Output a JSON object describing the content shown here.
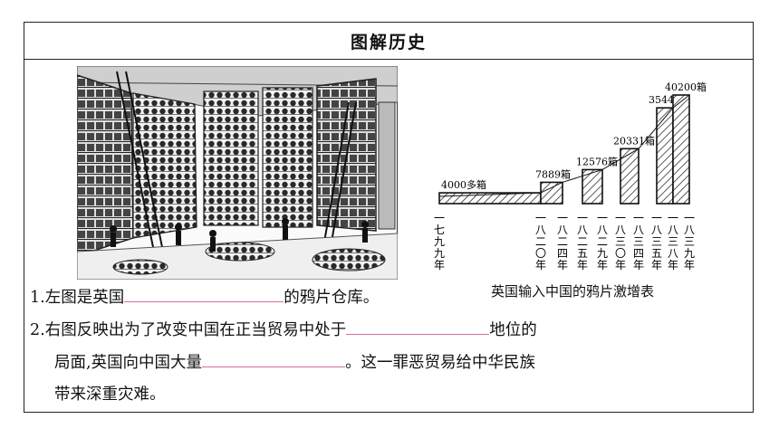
{
  "title": "图解历史",
  "chart_caption": "英国输入中国的鸦片激增表",
  "chart_data": {
    "type": "bar",
    "categories": [
      "一七九九年",
      "一八二〇年",
      "一八二四年",
      "一八二五年",
      "一八二九年",
      "一八三〇年",
      "一八三四年",
      "一八三五年",
      "一八三八年",
      "一八三九年"
    ],
    "bars": [
      {
        "from": "一七九九年",
        "to": "一八二〇年",
        "value": 4000,
        "label": "4000多箱"
      },
      {
        "from": "一八二〇年",
        "to": "一八二四年",
        "value": 7889,
        "label": "7889箱"
      },
      {
        "from": "一八二五年",
        "to": "一八二九年",
        "value": 12576,
        "label": "12576箱"
      },
      {
        "from": "一八三〇年",
        "to": "一八三四年",
        "value": 20331,
        "label": "20331箱"
      },
      {
        "from": "一八三五年",
        "to": "一八三八年",
        "value": 35445,
        "label": "35445箱"
      },
      {
        "from": "一八三八年",
        "to": "一八三九年",
        "value": 40200,
        "label": "40200箱"
      }
    ]
  },
  "questions": {
    "q1_prefix": "1.左图是英国",
    "q1_suffix": "的鸦片仓库。",
    "q2_line1_prefix": "2.右图反映出为了改变中国在正当贸易中处于",
    "q2_line1_suffix": "地位的",
    "q2_line2_prefix": "局面,英国向中国大量",
    "q2_line2_suffix": "。这一罪恶贸易给中华民族",
    "q2_line3": "带来深重灾难。"
  },
  "colors": {
    "border": "#222222",
    "blank_underline": "#d070a6"
  }
}
